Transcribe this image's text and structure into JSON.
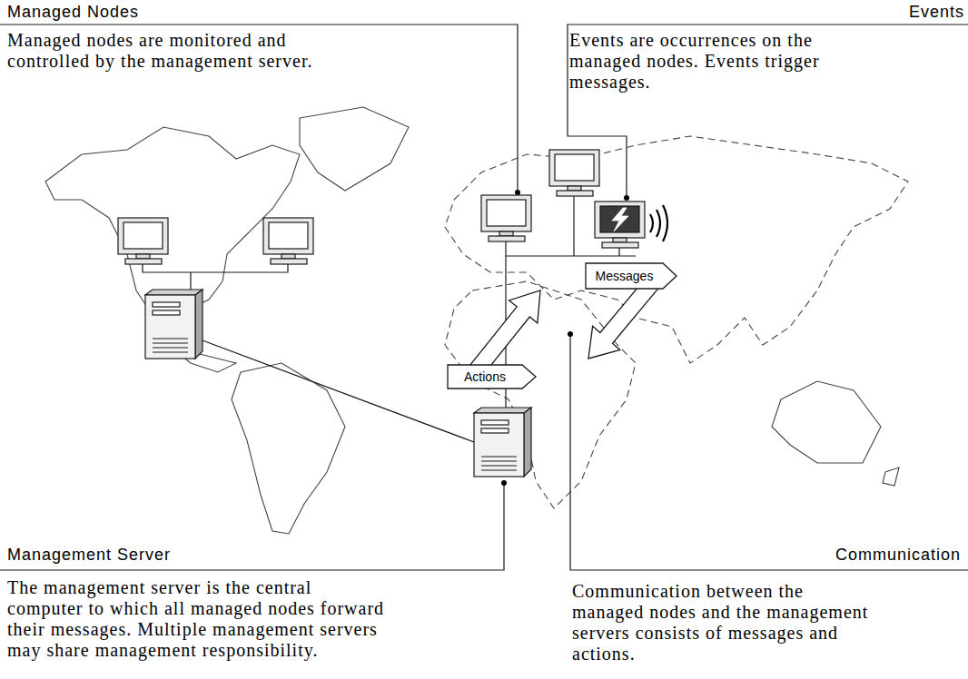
{
  "diagram": {
    "labels": [
      "Managed Nodes",
      "Events",
      "Managed nodes are monitored and controlled by the management server.",
      "Events are occurrences on the managed nodes. Events trigger messages.",
      "Messages",
      "Actions",
      "Management Server",
      "Communication",
      "The management server is the central computer to which all managed nodes forward their messages. Multiple management servers may share management responsibility.",
      "Communication between the managed nodes and the management servers consists of messages and actions."
    ]
  }
}
